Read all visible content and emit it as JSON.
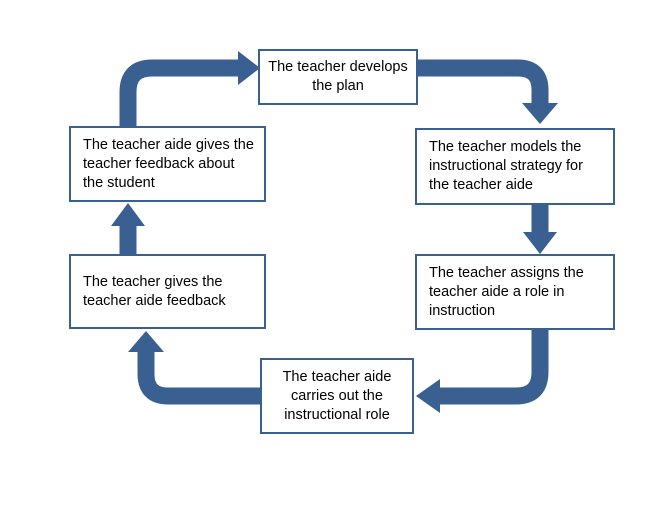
{
  "diagram": {
    "type": "cycle",
    "accent_color": "#3a5f91",
    "box_border_color": "#3a5f91",
    "steps": [
      {
        "label": "The teacher develops the plan"
      },
      {
        "label": "The teacher models the instructional strategy for the teacher aide"
      },
      {
        "label": "The teacher assigns the teacher aide a role in instruction"
      },
      {
        "label": "The teacher aide carries out the instructional role"
      },
      {
        "label": "The teacher gives the teacher aide feedback"
      },
      {
        "label": "The teacher aide gives the teacher feedback about the student"
      }
    ]
  }
}
